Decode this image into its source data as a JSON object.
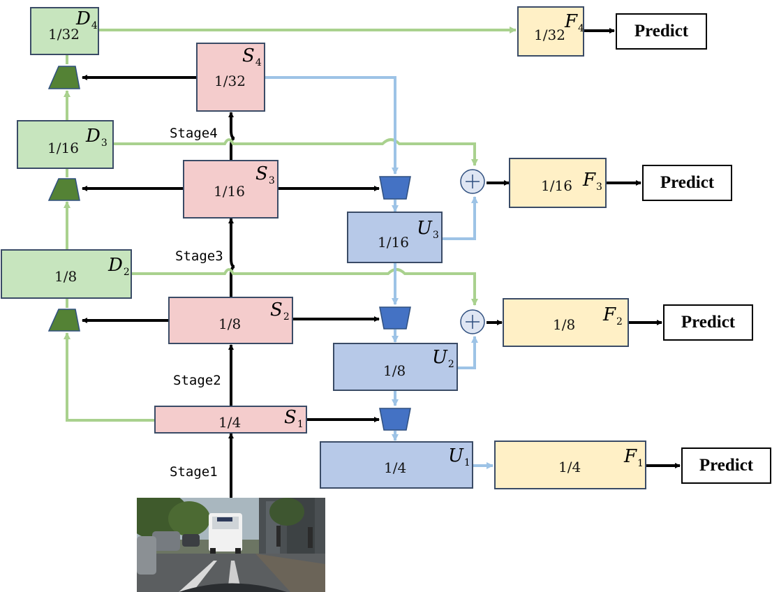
{
  "backbone": [
    {
      "id": "S1",
      "letter": "S",
      "sub": "1",
      "scale": "1/4"
    },
    {
      "id": "S2",
      "letter": "S",
      "sub": "2",
      "scale": "1/8"
    },
    {
      "id": "S3",
      "letter": "S",
      "sub": "3",
      "scale": "1/16"
    },
    {
      "id": "S4",
      "letter": "S",
      "sub": "4",
      "scale": "1/32"
    }
  ],
  "downsample_path": [
    {
      "id": "D2",
      "letter": "D",
      "sub": "2",
      "scale": "1/8"
    },
    {
      "id": "D3",
      "letter": "D",
      "sub": "3",
      "scale": "1/16"
    },
    {
      "id": "D4",
      "letter": "D",
      "sub": "4",
      "scale": "1/32"
    }
  ],
  "upsample_path": [
    {
      "id": "U1",
      "letter": "U",
      "sub": "1",
      "scale": "1/4"
    },
    {
      "id": "U2",
      "letter": "U",
      "sub": "2",
      "scale": "1/8"
    },
    {
      "id": "U3",
      "letter": "U",
      "sub": "3",
      "scale": "1/16"
    }
  ],
  "fused": [
    {
      "id": "F1",
      "letter": "F",
      "sub": "1",
      "scale": "1/4"
    },
    {
      "id": "F2",
      "letter": "F",
      "sub": "2",
      "scale": "1/8"
    },
    {
      "id": "F3",
      "letter": "F",
      "sub": "3",
      "scale": "1/16"
    },
    {
      "id": "F4",
      "letter": "F",
      "sub": "4",
      "scale": "1/32"
    }
  ],
  "stages": [
    "Stage1",
    "Stage2",
    "Stage3",
    "Stage4"
  ],
  "predict_label": "Predict",
  "colors": {
    "backbone_fill": "#f4cccc",
    "down_fill": "#c7e5be",
    "up_fill": "#b7c9e8",
    "fused_fill": "#fff0c6",
    "green_arrow": "#a9d18e",
    "blue_arrow": "#9dc3e6",
    "down_op": "#548235",
    "up_op": "#4472c4"
  }
}
